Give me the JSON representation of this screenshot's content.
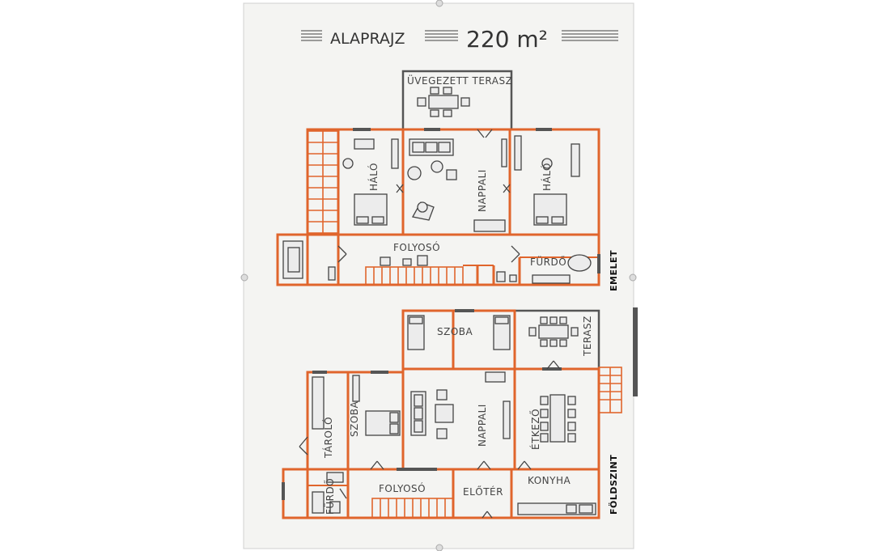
{
  "header": {
    "title": "ALAPRAJZ",
    "area": "220 m²"
  },
  "floors": {
    "upper": {
      "name": "EMELET",
      "rooms": {
        "glazed_terrace": "ÜVEGEZETT TERASZ",
        "bedroom_left": "HÁLÓ",
        "living": "NAPPALI",
        "bedroom_right": "HÁLÓ",
        "corridor": "FOLYOSÓ",
        "bathroom": "FÜRDŐ"
      }
    },
    "ground": {
      "name": "FÖLDSZINT",
      "rooms": {
        "room_top": "SZOBA",
        "terrace": "TERASZ",
        "storage": "TÁROLÓ",
        "room_left": "SZOBA",
        "living": "NAPPALI",
        "dining": "ÉTKEZŐ",
        "kitchen": "KONYHA",
        "bathroom": "FÜRDŐ",
        "corridor": "FOLYOSÓ",
        "hall": "ELŐTÉR"
      }
    }
  },
  "colors": {
    "wall": "#e0652c",
    "paper": "#f4f4f2",
    "glass_wall": "#555555",
    "text": "#444444"
  }
}
